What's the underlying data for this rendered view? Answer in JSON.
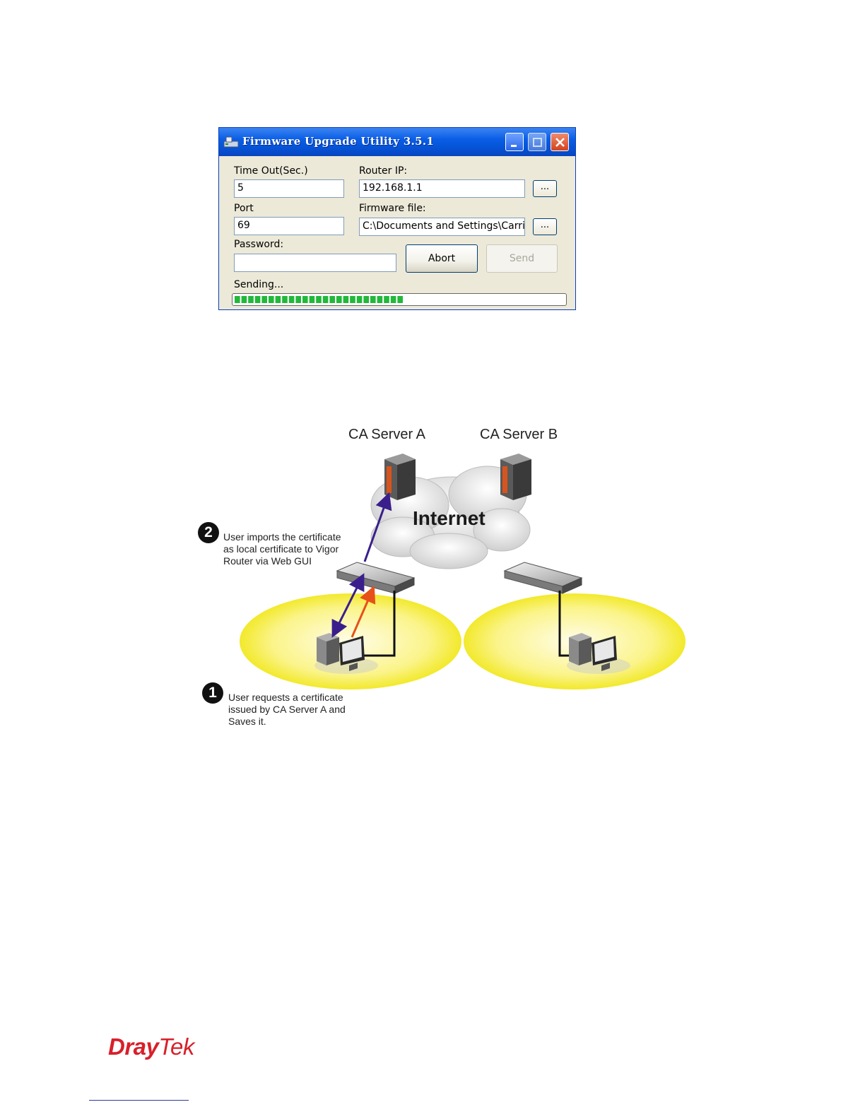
{
  "dialog": {
    "title": "Firmware Upgrade Utility 3.5.1",
    "timeout_label": "Time Out(Sec.)",
    "timeout_value": "5",
    "router_ip_label": "Router IP:",
    "router_ip_value": "192.168.1.1",
    "browse_label": "...",
    "port_label": "Port",
    "port_value": "69",
    "firmware_label": "Firmware file:",
    "firmware_value": "C:\\Documents and Settings\\Carrie",
    "password_label": "Password:",
    "password_value": "",
    "abort_label": "Abort",
    "send_label": "Send",
    "status_text": "Sending...",
    "progress_fraction": 0.52,
    "colors": {
      "title_bar": "#0553d6",
      "progress": "#22b83a",
      "close": "#d4421c"
    }
  },
  "diagram": {
    "server_a_label": "CA Server A",
    "server_b_label": "CA Server B",
    "internet_label": "Internet",
    "step1": {
      "number": "1",
      "lines": [
        "User requests a certificate",
        "issued by CA Server A and",
        "Saves it."
      ]
    },
    "step2": {
      "number": "2",
      "lines": [
        "User imports the certificate",
        "as local certificate to Vigor",
        "Router via Web GUI"
      ]
    },
    "colors": {
      "lan_zone": "#f5ee3a",
      "arrow_import": "#3a1f8c",
      "arrow_request": "#e8501a",
      "server_stripe": "#d8541c"
    }
  },
  "footer": {
    "brand_dray": "Dray",
    "brand_tek": "Tek",
    "brand_color": "#d8202a"
  }
}
